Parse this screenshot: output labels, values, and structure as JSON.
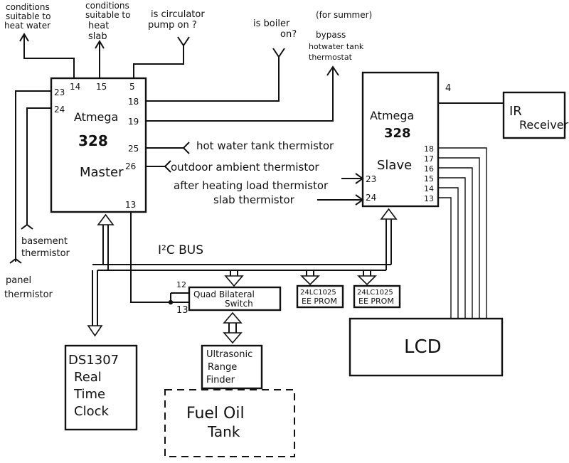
{
  "top_labels": {
    "heat_water": [
      "conditions",
      "suitable to",
      "heat water"
    ],
    "heat_slab": [
      "conditions",
      "suitable to",
      "heat",
      "slab"
    ],
    "circulator": [
      "is circulator",
      "pump on ?"
    ],
    "boiler": [
      "is boiler",
      "on?"
    ],
    "bypass": [
      "(for summer)",
      "bypass",
      "hotwater tank",
      "thermostat"
    ]
  },
  "master": {
    "name1": "Atmega",
    "name2": "328",
    "name3": "Master",
    "pins": {
      "p14": "14",
      "p15": "15",
      "p5": "5",
      "p23": "23",
      "p24": "24",
      "p18": "18",
      "p19": "19",
      "p25": "25",
      "p26": "26",
      "p13": "13"
    }
  },
  "slave": {
    "name1": "Atmega",
    "name2": "328",
    "name3": "Slave",
    "pins": {
      "p4": "4",
      "p18": "18",
      "p17": "17",
      "p16": "16",
      "p15": "15",
      "p14": "14",
      "p13": "13",
      "p23": "23",
      "p24": "24"
    }
  },
  "ir": [
    "IR",
    "Receiver"
  ],
  "sensors": {
    "hot_water": "hot water tank thermistor",
    "outdoor": "outdoor ambient thermistor",
    "after_heating": "after heating load thermistor",
    "slab": "slab thermistor",
    "basement": [
      "basement",
      "thermistor"
    ],
    "panel": [
      "panel",
      "thermistor"
    ]
  },
  "bus_label": "I²C BUS",
  "eeprom_1": [
    "24LC1025",
    "EE PROM"
  ],
  "eeprom_2": [
    "24LC1025",
    "EE PROM"
  ],
  "switch": {
    "label": [
      "Quad Bilateral",
      "Switch"
    ],
    "pin12": "12",
    "pin13": "13"
  },
  "ultrasonic": [
    "Ultrasonic",
    "Range",
    "Finder"
  ],
  "rtc": [
    "DS1307",
    "Real",
    "Time",
    "Clock"
  ],
  "lcd": "LCD",
  "fuel": [
    "Fuel Oil",
    "Tank"
  ]
}
